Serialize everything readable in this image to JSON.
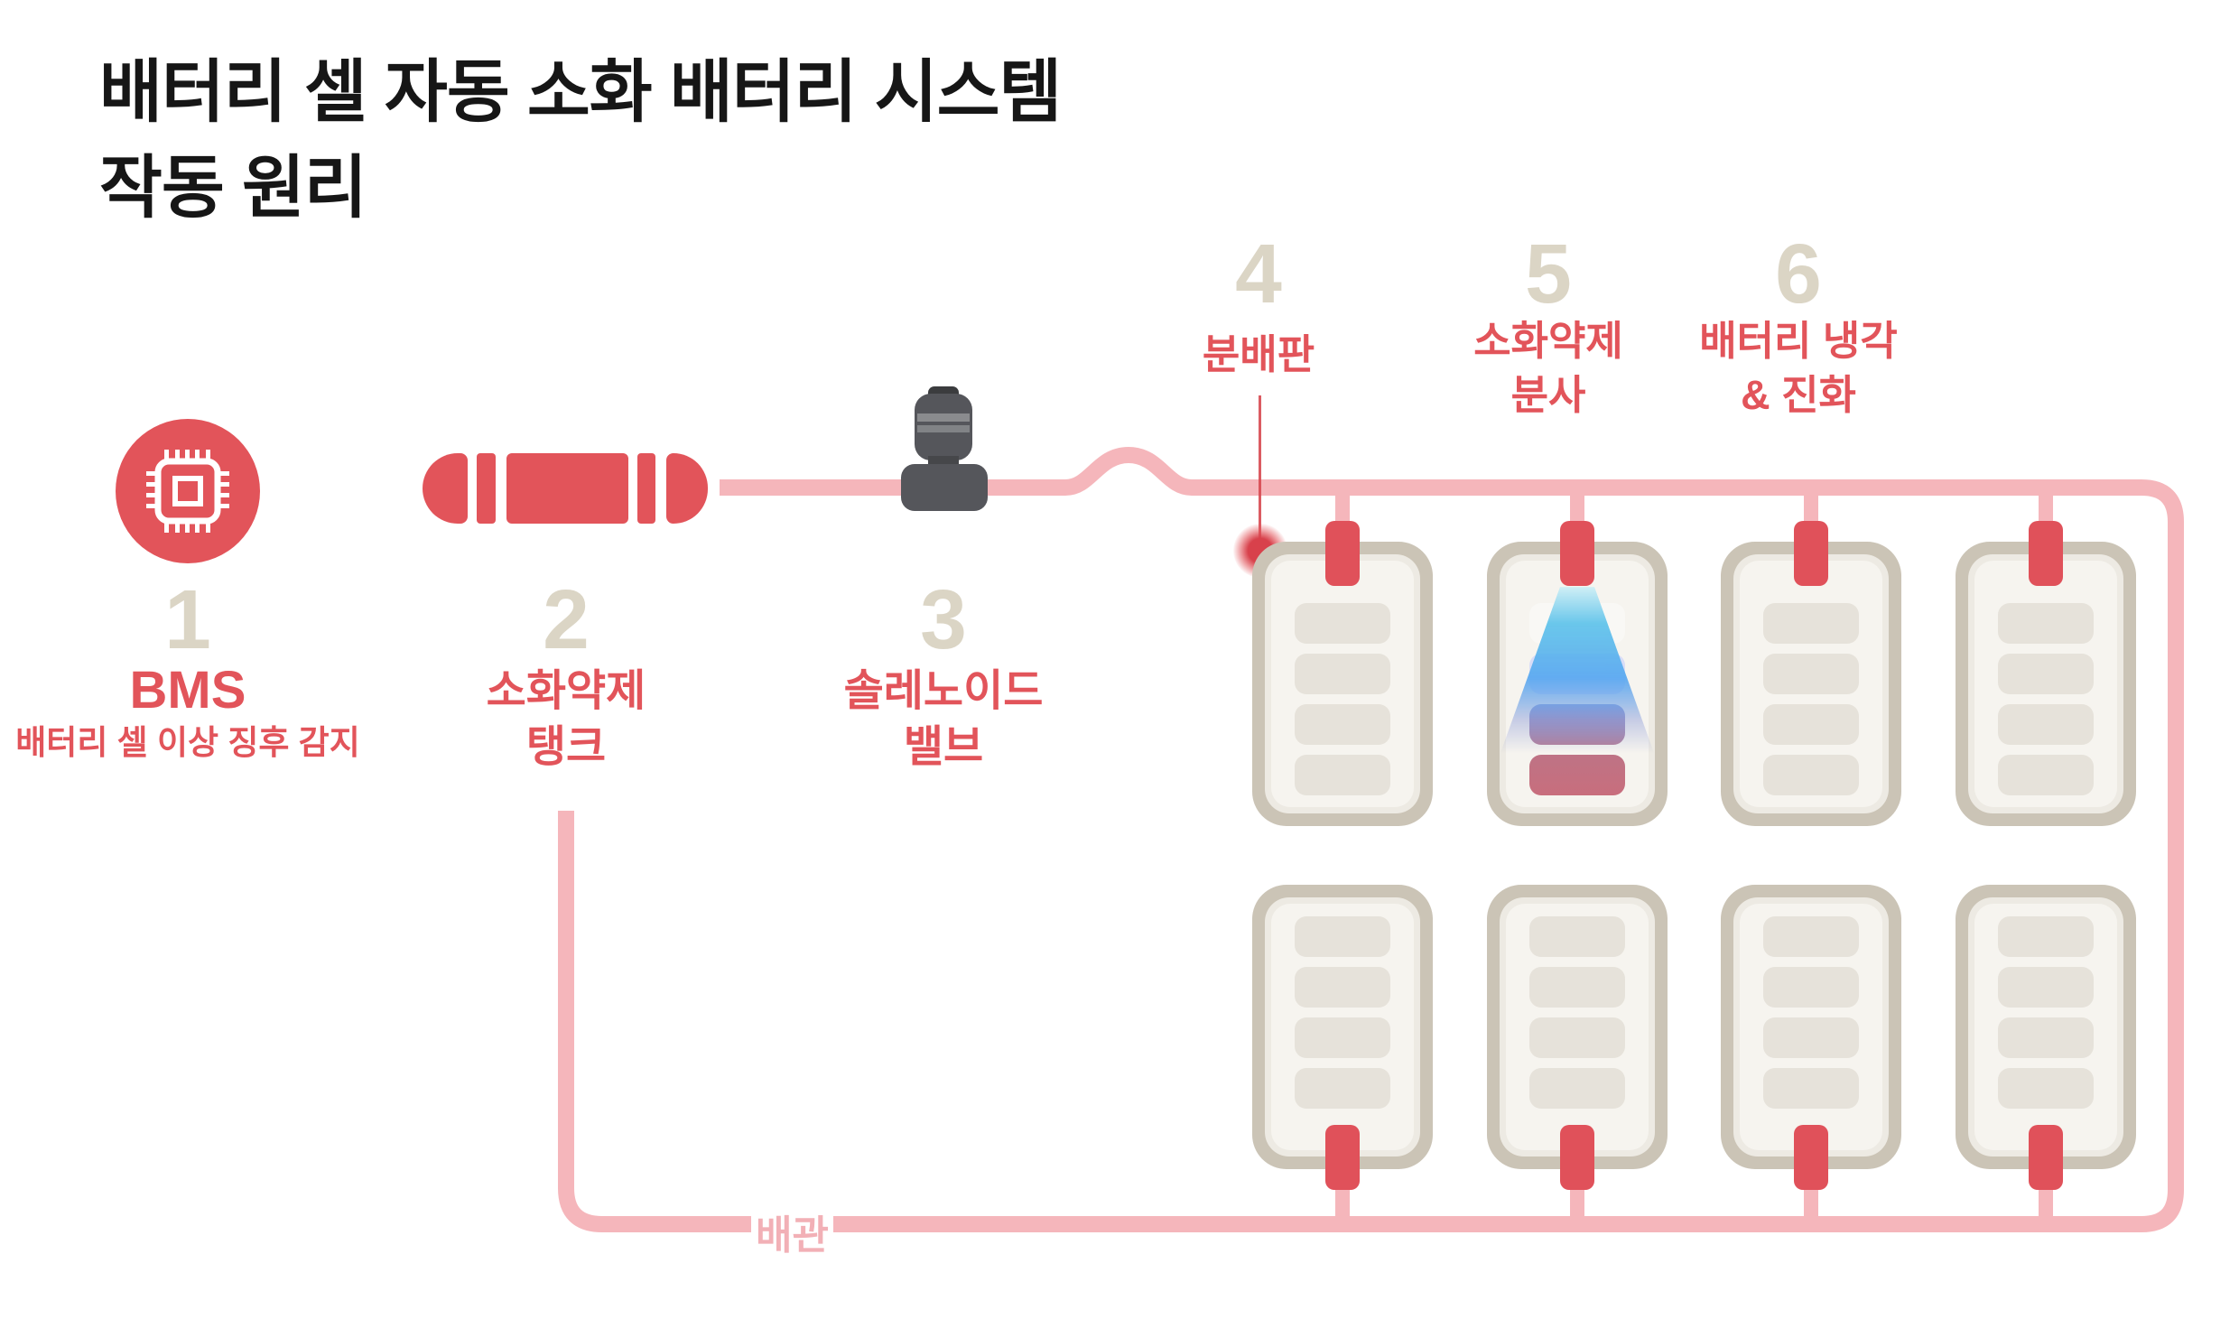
{
  "title": {
    "line1": "배터리 셀 자동 소화 배터리 시스템",
    "line2": "작동 원리"
  },
  "steps": [
    {
      "num": "1",
      "label": "BMS",
      "sub": "배터리 셀 이상 징후 감지"
    },
    {
      "num": "2",
      "label": "소화약제",
      "label2": "탱크"
    },
    {
      "num": "3",
      "label": "솔레노이드",
      "label2": "밸브"
    },
    {
      "num": "4",
      "label": "분배판"
    },
    {
      "num": "5",
      "label": "소화약제",
      "label2": "분사"
    },
    {
      "num": "6",
      "label": "배터리 냉각",
      "label2": "& 진화"
    }
  ],
  "pipe_label": "배관",
  "battery_pack": {
    "rows": 2,
    "columns": 4,
    "cells": 8,
    "spraying_cell": "row 1, column 2"
  },
  "icons": [
    "chip-icon",
    "extinguisher-tank-icon",
    "solenoid-valve-icon",
    "distribution-dot-icon",
    "spray-cone-icon",
    "battery-cell-icon",
    "pipe-network"
  ],
  "colors": {
    "accent_red": "#E2545A",
    "pipe_pink": "#F5B6BB",
    "number_beige": "#DBD5C5",
    "battery_border": "#CBC4B6",
    "battery_fill": "#F6F4EF",
    "slat_gray": "#E6E2DA",
    "valve_gray": "#55565B",
    "spray_blue": "#58A7EF",
    "title_black": "#161616"
  }
}
